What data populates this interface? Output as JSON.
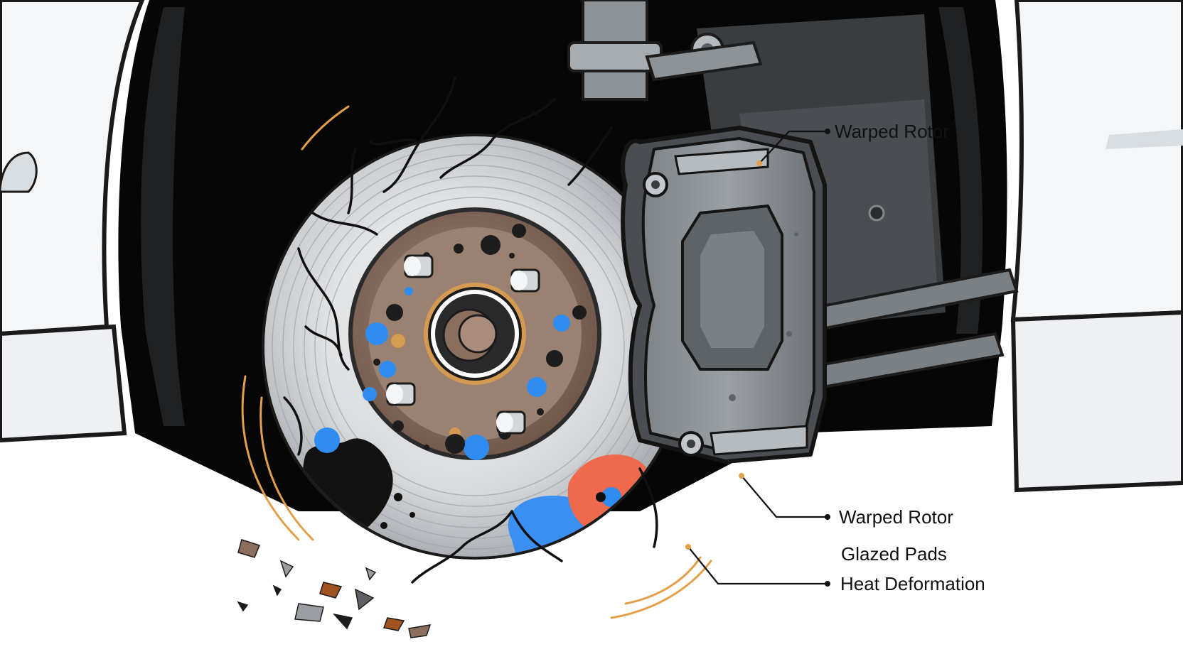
{
  "labels": {
    "top_warped_rotor": "Warped Rotor",
    "mid_warped_rotor": "Warped Rotor",
    "glazed_pads": "Glazed Pads",
    "heat_deformation": "Heat Deformation"
  },
  "colors": {
    "car_body": "#f7f8fa",
    "wheel_well": "#050505",
    "rotor": "#c9ccd0",
    "hub_rust": "#8a6e5e",
    "caliper": "#8f9499",
    "spot_blue": "#2f8cf0",
    "spot_orange": "#f3a13b",
    "spot_red": "#ef6a4c",
    "accent_line": "#e3a04a"
  }
}
